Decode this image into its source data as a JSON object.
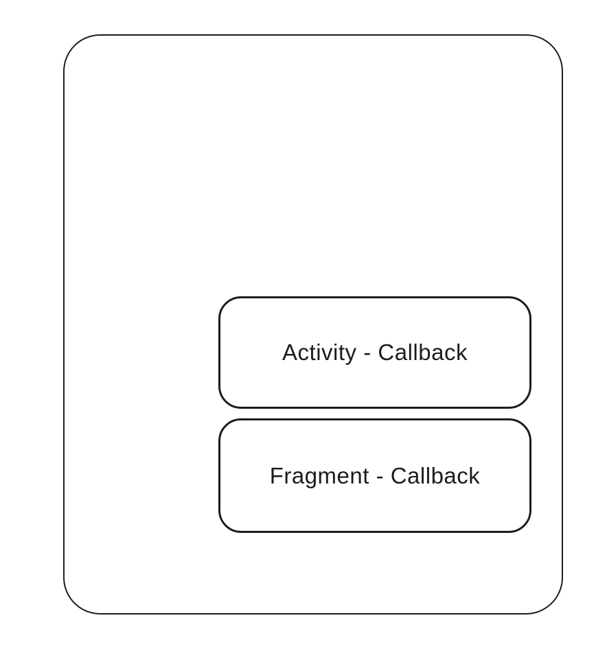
{
  "diagram": {
    "type": "nested-boxes",
    "colors": {
      "stroke": "#1d1d1d",
      "text": "#1d1d1d",
      "background": "#ffffff"
    },
    "container": {
      "name": "outer-container"
    },
    "nodes": [
      {
        "id": "activity-callback",
        "label": "Activity - Callback"
      },
      {
        "id": "fragment-callback",
        "label": "Fragment - Callback"
      }
    ]
  }
}
